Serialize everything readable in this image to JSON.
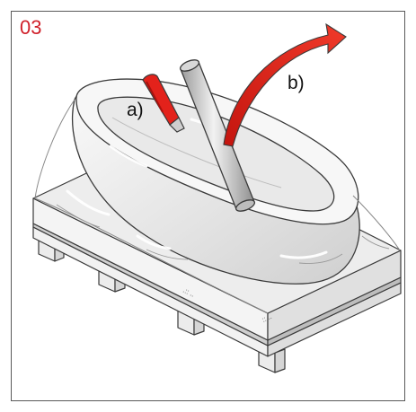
{
  "step_number": "03",
  "step_color": "#d0202a",
  "labels": {
    "a": "a)",
    "b": "b)"
  },
  "colors": {
    "arrow": "#e3221b",
    "arrow_dark": "#a8120e",
    "film": "#e6e8ea",
    "outline": "#3a3a3a"
  }
}
